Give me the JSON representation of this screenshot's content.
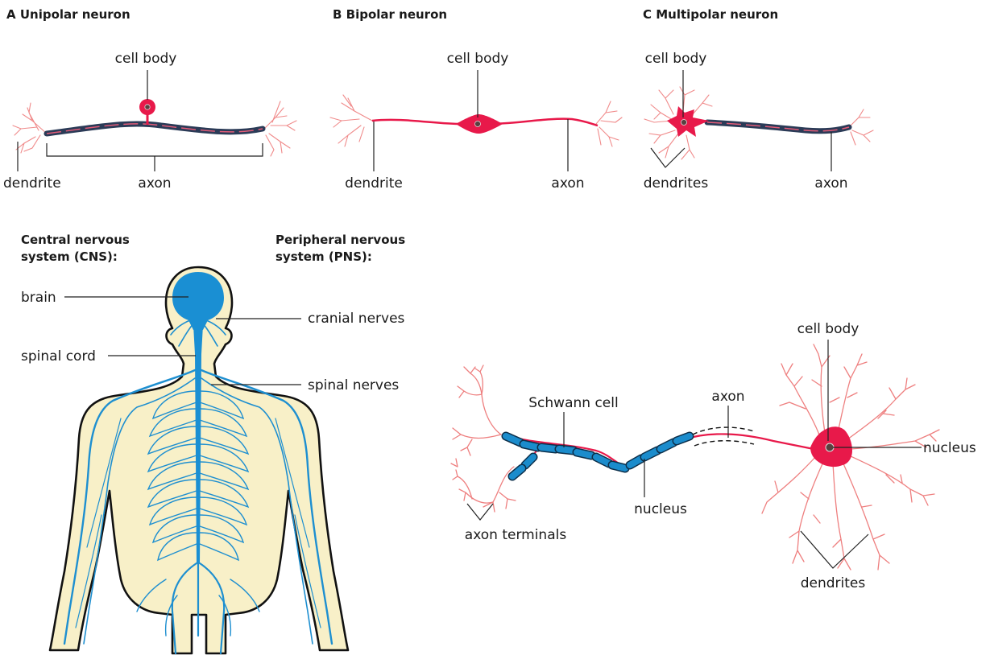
{
  "titles": {
    "unipolar": "A  Unipolar neuron",
    "bipolar": "B  Bipolar neuron",
    "multipolar": "C  Multipolar neuron",
    "cns_line1": "Central nervous",
    "cns_line2": "system (CNS):",
    "pns_line1": "Peripheral nervous",
    "pns_line2": "system (PNS):"
  },
  "unipolar_labels": {
    "cell_body": "cell body",
    "dendrite": "dendrite",
    "axon": "axon"
  },
  "bipolar_labels": {
    "cell_body": "cell body",
    "dendrite": "dendrite",
    "axon": "axon"
  },
  "multipolar_labels": {
    "cell_body": "cell body",
    "dendrites": "dendrites",
    "axon": "axon"
  },
  "body_labels": {
    "brain": "brain",
    "spinal_cord": "spinal cord",
    "cranial_nerves": "cranial nerves",
    "spinal_nerves": "spinal nerves"
  },
  "large_neuron_labels": {
    "cell_body": "cell body",
    "axon": "axon",
    "schwann_cell": "Schwann cell",
    "nucleus_soma": "nucleus",
    "nucleus_schwann": "nucleus",
    "axon_terminals": "axon terminals",
    "dendrites": "dendrites"
  },
  "colors": {
    "cell_body": "#e8194a",
    "dendrite": "#f08a8a",
    "myelin_dark": "#2b3b57",
    "schwann_blue": "#1b8ccc",
    "nerve_blue": "#1e8fd0",
    "skin": "#f8f0c8"
  }
}
